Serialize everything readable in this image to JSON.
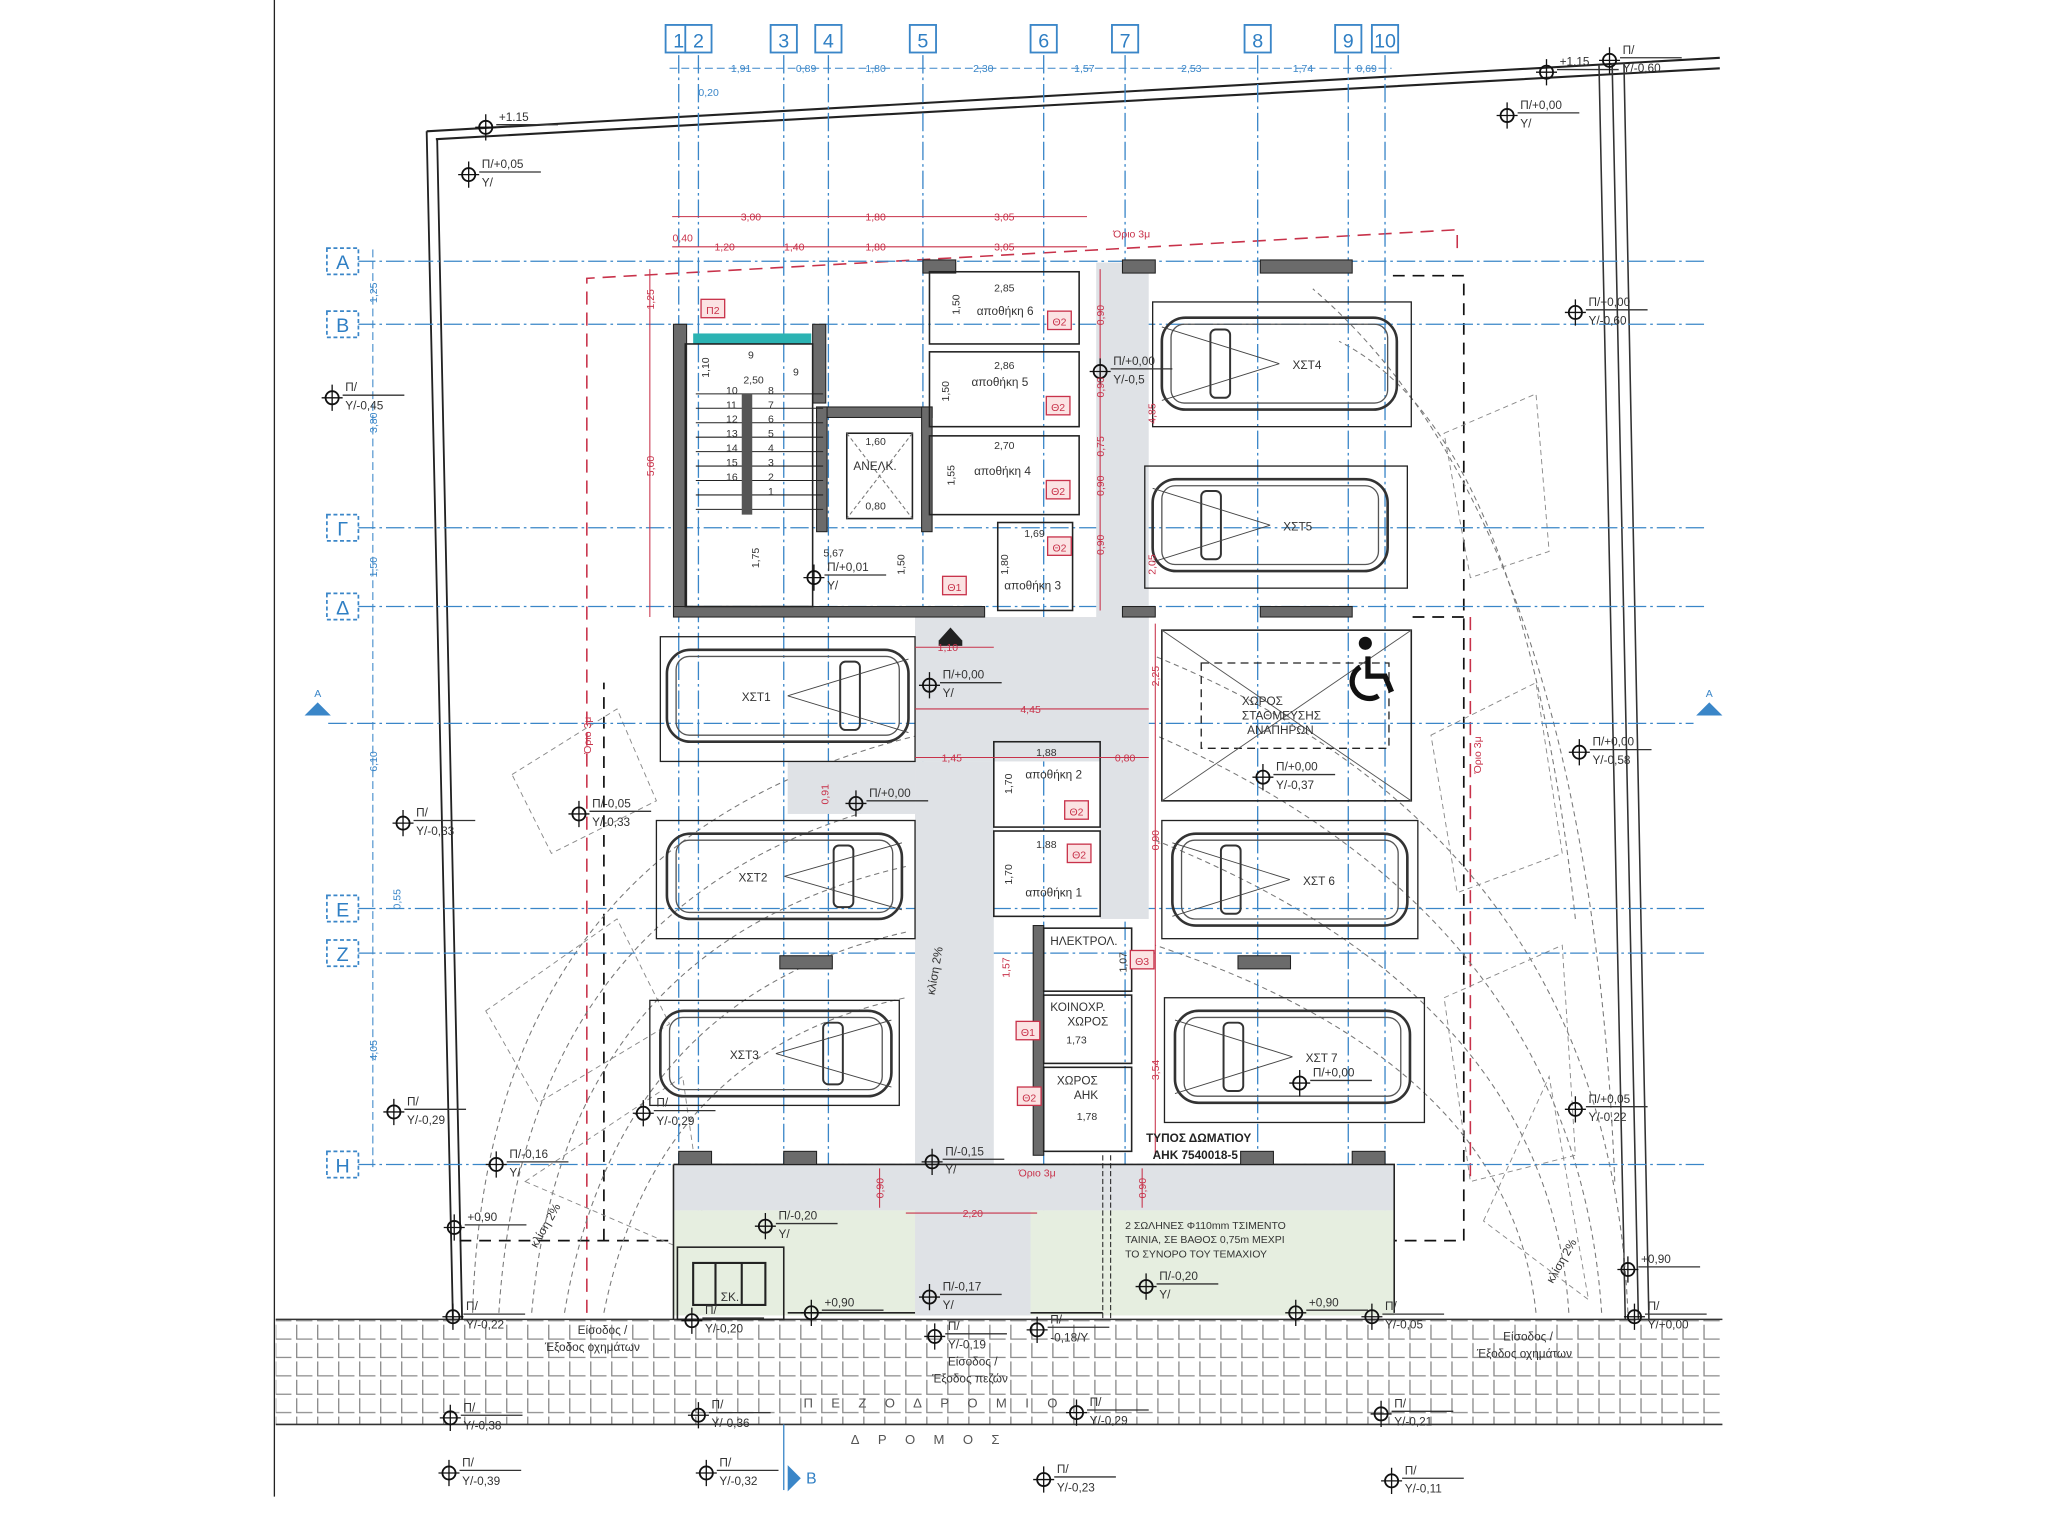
{
  "colors": {
    "grid_blue": "#3a86c8",
    "dim_red": "#c8324a",
    "wall": "#555555",
    "ramp_gray": "#dfe2e6",
    "green_band": "#e6eee0"
  },
  "grid": {
    "columns": [
      "1",
      "2",
      "3",
      "4",
      "5",
      "6",
      "7",
      "8",
      "9",
      "10"
    ],
    "column_dims": [
      "1,91",
      "0,89",
      "1,80",
      "2,30",
      "1,57",
      "2,53",
      "1,74",
      "0,69"
    ],
    "column_offset": "0,20",
    "rows": [
      "Α",
      "Β",
      "Γ",
      "Δ",
      "Ε",
      "Ζ",
      "Η"
    ],
    "row_dims": [
      "1,25",
      "3,80",
      "1,50",
      "6,10",
      "0,55",
      "4,05"
    ]
  },
  "section_marks": [
    "Α",
    "Α",
    "Β"
  ],
  "site_levels": [
    {
      "top": "+1.15",
      "bottom": ""
    },
    {
      "top": "Π/+0,05",
      "bottom": "Υ/"
    },
    {
      "top": "Π/",
      "bottom": "Υ/-0,45"
    },
    {
      "top": "Π/",
      "bottom": "Υ/-0,33"
    },
    {
      "top": "Π/-0,05",
      "bottom": "Υ/-0,33"
    },
    {
      "top": "Π/",
      "bottom": "Υ/-0,29"
    },
    {
      "top": "Π/",
      "bottom": "Υ/-0,29"
    },
    {
      "top": "Π/-0,16",
      "bottom": "Υ/"
    },
    {
      "top": "+0,90",
      "bottom": ""
    },
    {
      "top": "Π/",
      "bottom": "Υ/-0,22"
    },
    {
      "top": "Π/",
      "bottom": "Υ/-0,20"
    },
    {
      "top": "Π/-0,20",
      "bottom": "Υ/"
    },
    {
      "top": "+0,90",
      "bottom": ""
    },
    {
      "top": "Π/+0,01",
      "bottom": "Υ/"
    },
    {
      "top": "Π/+0,00",
      "bottom": "Υ/"
    },
    {
      "top": "Π/+0,00",
      "bottom": ""
    },
    {
      "top": "Π/-0,15",
      "bottom": "Υ/"
    },
    {
      "top": "Π/-0,17",
      "bottom": "Υ/"
    },
    {
      "top": "Π/",
      "bottom": "Υ/-0,19"
    },
    {
      "top": "Π/",
      "bottom": "-0,18/Υ"
    },
    {
      "top": "Π/-0,20",
      "bottom": "Υ/"
    },
    {
      "top": "+0,90",
      "bottom": ""
    },
    {
      "top": "Π/",
      "bottom": "Υ/-0,05"
    },
    {
      "top": "Π/+0,00",
      "bottom": "Υ/-0,5"
    },
    {
      "top": "Π/+0,00",
      "bottom": "Υ/-0,37"
    },
    {
      "top": "Π/+0,00",
      "bottom": ""
    },
    {
      "top": "Π/+0,00",
      "bottom": "Υ/-0,60"
    },
    {
      "top": "Π/+0,00",
      "bottom": "Υ/-0,58"
    },
    {
      "top": "Π/+0,05",
      "bottom": "Υ/-0,22"
    },
    {
      "top": "+0,90",
      "bottom": ""
    },
    {
      "top": "Π/",
      "bottom": "Υ/+0,00"
    },
    {
      "top": "Π/+0,00",
      "bottom": "Υ/"
    },
    {
      "top": "+1,15",
      "bottom": ""
    },
    {
      "top": "Π/",
      "bottom": "Υ/-0,60"
    },
    {
      "top": "Π/",
      "bottom": "Υ/-0,38"
    },
    {
      "top": "Π/",
      "bottom": "Υ/-0,39"
    },
    {
      "top": "Π/",
      "bottom": "Υ/-0,36"
    },
    {
      "top": "Π/",
      "bottom": "Υ/-0,32"
    },
    {
      "top": "Π/",
      "bottom": "Υ/-0,29"
    },
    {
      "top": "Π/",
      "bottom": "Υ/-0,23"
    },
    {
      "top": "Π/",
      "bottom": "Υ/-0,21"
    },
    {
      "top": "Π/",
      "bottom": "Υ/-0,11"
    }
  ],
  "rooms": {
    "storage": [
      "αποθήκη 6",
      "αποθήκη 5",
      "αποθήκη 4",
      "αποθήκη 3",
      "αποθήκη 2",
      "αποθήκη 1"
    ],
    "elevator": "ΑΝΕΛΚ.",
    "electrical": "ΗΛΕΚΤΡΟΛ.",
    "common_1": "ΚΟΙΝΟΧΡ.",
    "common_2": "ΧΩΡΟΣ",
    "eac_1": "ΧΩΡΟΣ",
    "eac_2": "ΑΗΚ",
    "bins": "ΣΚ."
  },
  "parking": {
    "spaces": [
      "ΧΣΤ1",
      "ΧΣΤ2",
      "ΧΣΤ3",
      "ΧΣΤ4",
      "ΧΣΤ5",
      "ΧΣΤ 6",
      "ΧΣΤ 7"
    ],
    "disabled": [
      "ΧΩΡΟΣ",
      "ΣΤΑΘΜΕΥΣΗΣ",
      "ΑΝΑΠΗΡΩΝ"
    ]
  },
  "door_tags": [
    "Π2",
    "Θ1",
    "Θ2",
    "Θ2",
    "Θ2",
    "Θ2",
    "Θ2",
    "Θ2",
    "Θ2",
    "Θ1",
    "Θ3"
  ],
  "stair_numbers": [
    "1",
    "2",
    "3",
    "4",
    "5",
    "6",
    "7",
    "8",
    "9",
    "10",
    "11",
    "12",
    "13",
    "14",
    "15",
    "16"
  ],
  "dims_red": [
    "3,00",
    "1,80",
    "3,05",
    "0,40",
    "1,20",
    "1,40",
    "1,80",
    "3,05",
    "1,25",
    "5,60",
    "1,10",
    "4,45",
    "1,45",
    "0,80",
    "0,91",
    "2,20",
    "0,90",
    "0,90",
    "1,57",
    "3,54",
    "2,25",
    "4,85",
    "2,05",
    "0,90",
    "0,90",
    "0,75",
    "0,90",
    "0,90",
    "0,90"
  ],
  "dims_black": [
    "2,85",
    "1,50",
    "2,86",
    "1,50",
    "2,70",
    "1,55",
    "1,69",
    "1,80",
    "1,10",
    "2,50",
    "1,60",
    "0,80",
    "5,67",
    "1,75",
    "1,50",
    "1,88",
    "1,70",
    "1,88",
    "1,70",
    "1,07",
    "1,73",
    "1,78",
    "9"
  ],
  "notes": {
    "setback": [
      "Όριο 3μ",
      "Όριο 3μ",
      "Όριο 3μ",
      "Όριο 3μ"
    ],
    "slope": [
      "κλίση 2%",
      "κλίση 2%",
      "κλίση 2%"
    ],
    "vehicle_entry_left": [
      "Είσοδος /",
      "Έξοδος οχημάτων"
    ],
    "vehicle_entry_right": [
      "Είσοδος /",
      "Έξοδος οχημάτων"
    ],
    "pedestrian_entry": [
      "Είσοδος /",
      "Έξοδος πεζών"
    ],
    "pipes": [
      "2 ΣΩΛΗΝΕΣ Φ110mm ΤΣΙΜΕΝΤΟ",
      "ΤΑΙΝΙΑ, ΣΕ ΒΑΘΟΣ 0,75m ΜΕΧΡΙ",
      "ΤΟ ΣΥΝΟΡΟ ΤΟΥ ΤΕΜΑΧΙΟΥ"
    ],
    "room_type": [
      "ΤΥΠΟΣ ΔΩΜΑΤΙΟΥ",
      "ΑΗΚ 7540018-5"
    ],
    "sidewalk": "ΠΕΖΟΔΡΟΜΙΟ",
    "road": "ΔΡΟΜΟΣ"
  }
}
